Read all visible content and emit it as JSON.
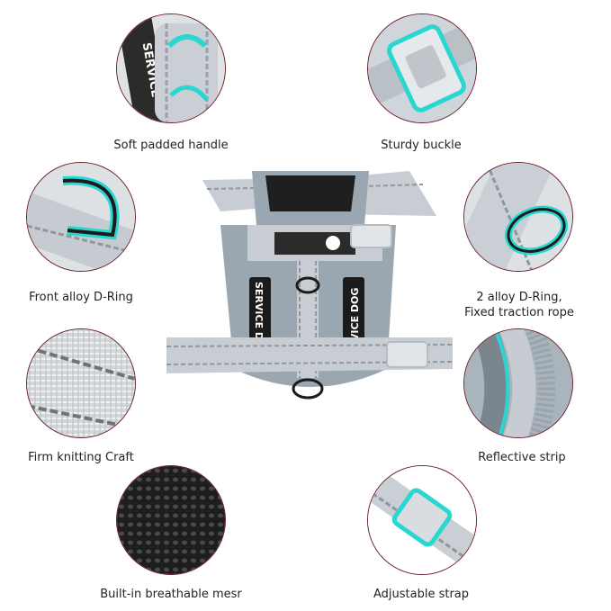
{
  "features": [
    {
      "id": "handle",
      "label": "Soft padded handle",
      "icon": "padded-handle"
    },
    {
      "id": "buckle",
      "label": "Sturdy buckle",
      "icon": "buckle"
    },
    {
      "id": "front-ring",
      "label": "Front alloy D-Ring",
      "icon": "d-ring"
    },
    {
      "id": "d-ring",
      "label": "2 alloy D-Ring,",
      "label2": "Fixed traction rope",
      "icon": "d-ring-rope"
    },
    {
      "id": "knit",
      "label": "Firm knitting Craft",
      "icon": "knit-fabric"
    },
    {
      "id": "reflective",
      "label": "Reflective strip",
      "icon": "reflective-strip"
    },
    {
      "id": "mesh",
      "label": "Built-in breathable mesr",
      "icon": "mesh"
    },
    {
      "id": "strap",
      "label": "Adjustable strap",
      "icon": "strap-slider"
    }
  ],
  "product": {
    "patch_text_left": "SERVICE DOG",
    "patch_text_right": "SERVICE DOG",
    "handle_patch_text": "SERVICE",
    "colors": {
      "harness": "#c8ced3",
      "panel": "#9aa6b0",
      "accent": "#2ad7d0",
      "frame": "#6b1f2e"
    }
  }
}
